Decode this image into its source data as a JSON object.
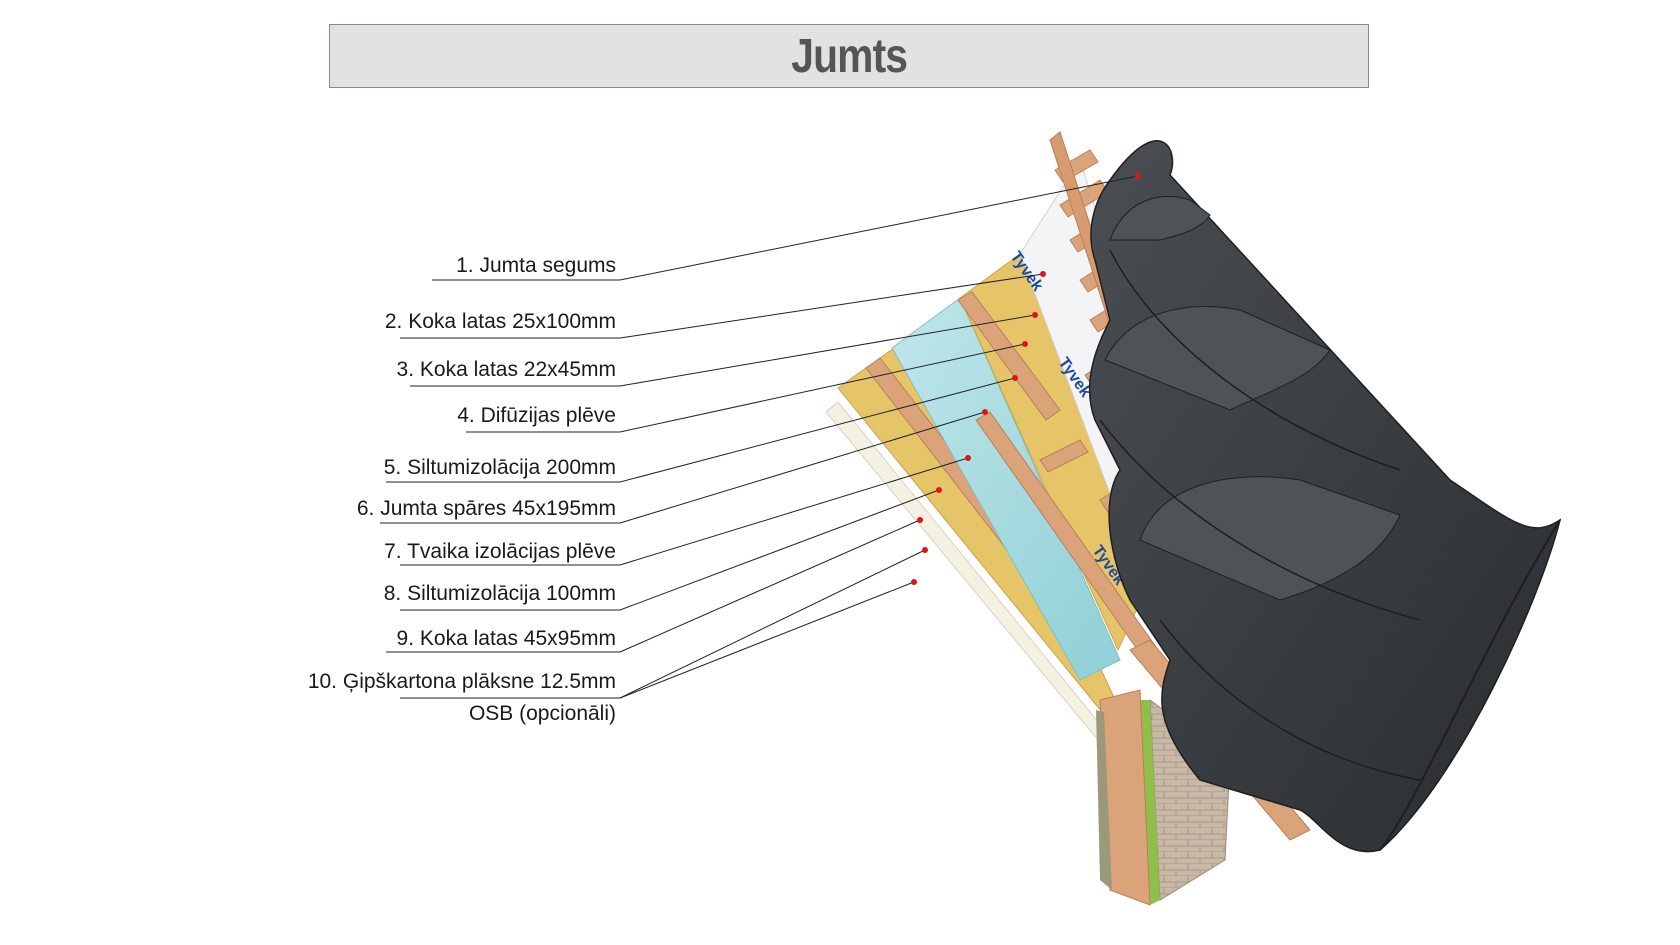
{
  "title": "Jumts",
  "labels": [
    "1.  Jumta segums",
    "2. Koka latas 25x100mm",
    "3. Koka latas 22x45mm",
    "4. Difūzijas plēve",
    "5. Siltumizolācija 200mm",
    "6. Jumta spāres 45x195mm",
    "7. Tvaika izolācijas plēve",
    "8. Siltumizolācija 100mm",
    "9. Koka latas 45x95mm",
    "10. Ģipškartona plāksne 12.5mm"
  ],
  "label_extra": "OSB (opcionāli)",
  "membrane_text": "Tyvek",
  "colors": {
    "roof": "#3c4043",
    "roof_dark": "#25282a",
    "wood": "#dba37a",
    "wood_dark": "#b98058",
    "insulation": "#e6c468",
    "vapor": "#a8dbe0",
    "membrane": "#f4f4f6",
    "drywall": "#f3f1e2",
    "brick": "#c9b8a6",
    "green_layer": "#8fbf4a",
    "pin": "#e0141b",
    "leader": "#222222"
  }
}
